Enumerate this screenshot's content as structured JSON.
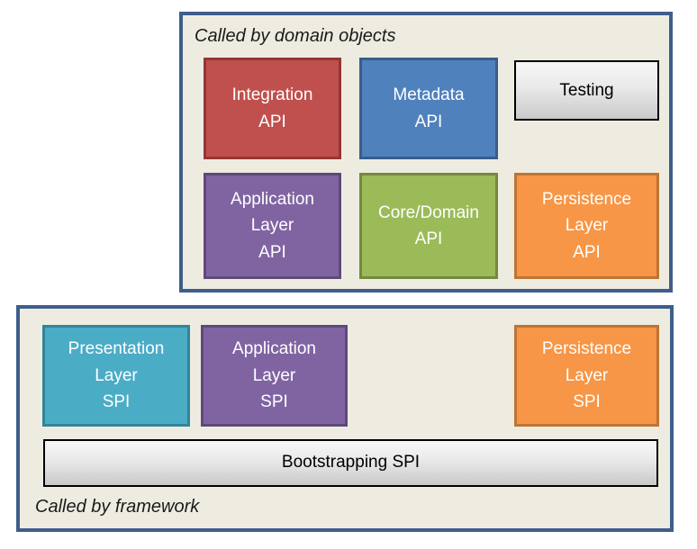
{
  "canvas": {
    "background": "#FFFFFF"
  },
  "groups": {
    "api": {
      "label": "Called by domain objects",
      "background": "#EEECE1",
      "border_color": "#3E5E8C",
      "boxes": [
        {
          "name": "integration-api",
          "text": "Integration\nAPI",
          "fill": "#C0504D",
          "border": "#943634",
          "text_color": "#FFFFFF"
        },
        {
          "name": "metadata-api",
          "text": "Metadata\nAPI",
          "fill": "#4F81BD",
          "border": "#385D8A",
          "text_color": "#FFFFFF"
        },
        {
          "name": "testing",
          "text": "Testing",
          "fill_gradient_top": "#F7F7F7",
          "fill_gradient_bottom": "#C9C9C9",
          "border": "#000000",
          "text_color": "#000000"
        },
        {
          "name": "application-layer-api",
          "text": "Application\nLayer\nAPI",
          "fill": "#8064A2",
          "border": "#5F497A",
          "text_color": "#FFFFFF"
        },
        {
          "name": "core-domain-api",
          "text": "Core/Domain\nAPI",
          "fill": "#9BBB59",
          "border": "#75893C",
          "text_color": "#FFFFFF"
        },
        {
          "name": "persistence-layer-api",
          "text": "Persistence\nLayer\nAPI",
          "fill": "#F79646",
          "border": "#BE7434",
          "text_color": "#FFFFFF"
        }
      ]
    },
    "spi": {
      "label": "Called by framework",
      "background": "#EEECE1",
      "border_color": "#3E5E8C",
      "boxes": [
        {
          "name": "presentation-layer-spi",
          "text": "Presentation\nLayer\nSPI",
          "fill": "#4BACC6",
          "border": "#31859B",
          "text_color": "#FFFFFF"
        },
        {
          "name": "application-layer-spi",
          "text": "Application\nLayer\nSPI",
          "fill": "#8064A2",
          "border": "#5F497A",
          "text_color": "#FFFFFF"
        },
        {
          "name": "persistence-layer-spi",
          "text": "Persistence\nLayer\nSPI",
          "fill": "#F79646",
          "border": "#BE7434",
          "text_color": "#FFFFFF"
        },
        {
          "name": "bootstrapping-spi",
          "text": "Bootstrapping SPI",
          "fill_gradient_top": "#F7F7F7",
          "fill_gradient_bottom": "#C9C9C9",
          "border": "#000000",
          "text_color": "#000000"
        }
      ]
    }
  }
}
